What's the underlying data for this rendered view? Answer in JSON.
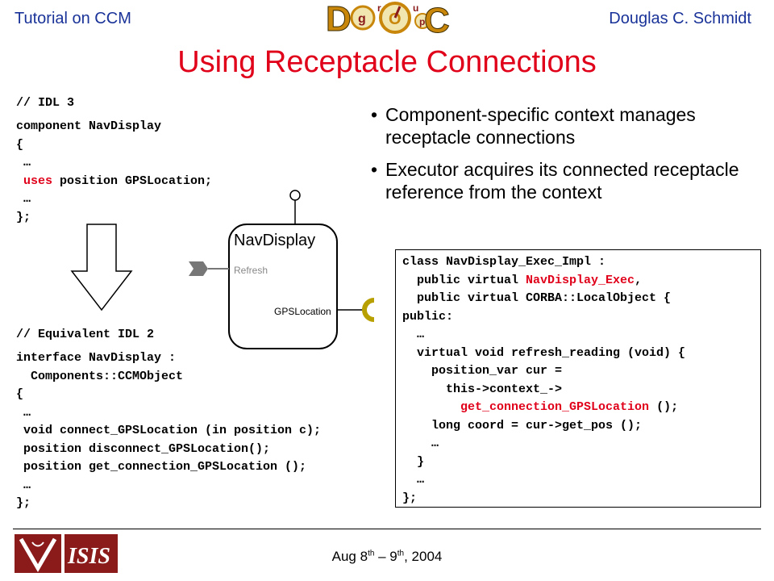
{
  "header": {
    "left": "Tutorial on CCM",
    "right": "Douglas C. Schmidt",
    "logo_letters": [
      "D",
      "g",
      "r",
      "O",
      "u",
      "p",
      "C"
    ]
  },
  "title": "Using Receptacle Connections",
  "idl3": {
    "comment": "// IDL 3",
    "lines": [
      "component NavDisplay",
      "{",
      " …",
      " uses",
      " position GPSLocation;",
      " …",
      "};"
    ]
  },
  "idl2": {
    "comment": "// Equivalent IDL 2",
    "lines": [
      "interface NavDisplay :",
      "  Components::CCMObject",
      "{",
      " …",
      " void connect_GPSLocation (in position c);",
      " position disconnect_GPSLocation();",
      " position get_connection_GPSLocation ();",
      " …",
      "};"
    ]
  },
  "bullets": [
    "Component-specific context manages receptacle connections",
    "Executor acquires its connected receptacle reference from the context"
  ],
  "diagram": {
    "component_name": "NavDisplay",
    "facet_label": "Refresh",
    "receptacle_label": "GPSLocation"
  },
  "code": {
    "l1": "class NavDisplay_Exec_Impl :",
    "l2a": "  public virtual ",
    "l2b": "NavDisplay_Exec",
    "l2c": ",",
    "l3": "  public virtual CORBA::LocalObject {",
    "l4": "public:",
    "l5": "  …",
    "l6": "  virtual void refresh_reading (void) {",
    "l7": "    position_var cur =",
    "l8": "      this->context_->",
    "l9a": "        ",
    "l9b": "get_connection_GPSLocation",
    "l9c": " ();",
    "l10": "    long coord = cur->get_pos ();",
    "l11": "    …",
    "l12": "  }",
    "l13": "  …",
    "l14": "};"
  },
  "footer": {
    "date_a": "Aug 8",
    "date_sup1": "th",
    "date_b": " – 9",
    "date_sup2": "th",
    "date_c": ", 2004",
    "logo_right_text": "ISIS"
  },
  "colors": {
    "accent": "#e0001a",
    "header_blue": "#1a3399",
    "logo_maroon": "#8b1a1a"
  }
}
